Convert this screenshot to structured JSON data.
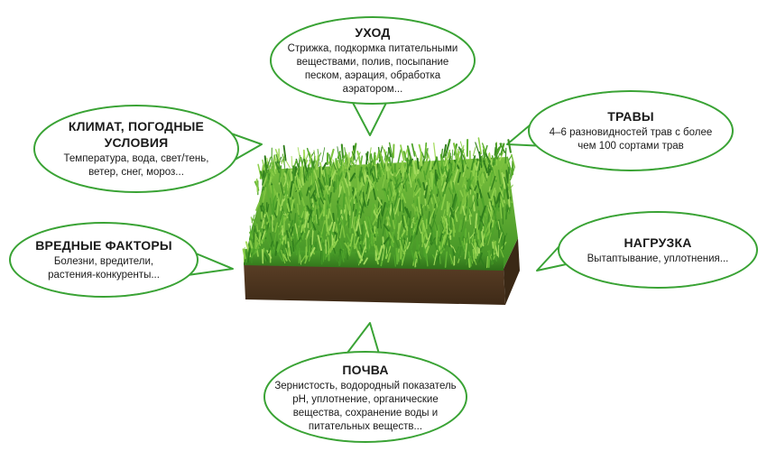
{
  "colors": {
    "bubble_stroke": "#3aa335",
    "bubble_fill": "#ffffff",
    "grass_dark": "#2f7d1c",
    "grass_mid": "#4da22a",
    "grass_light": "#8ccf4a",
    "soil_dark": "#4a3420",
    "soil_mid": "#6b4c31"
  },
  "center_image": {
    "icon": "turf-grass-square"
  },
  "bubbles": {
    "care": {
      "title": "УХОД",
      "text": "Стрижка, подкормка питательными\nвеществами, полив, посыпание\nпеском, аэрация, обработка\nаэратором..."
    },
    "climate": {
      "title": "КЛИМАТ, ПОГОДНЫЕ\nУСЛОВИЯ",
      "text": "Температура, вода, свет/тень,\nветер, снег, мороз..."
    },
    "grasses": {
      "title": "ТРАВЫ",
      "text": "4–6 разновидностей трав с более\nчем 100 сортами трав"
    },
    "harmful": {
      "title": "ВРЕДНЫЕ ФАКТОРЫ",
      "text": "Болезни, вредители,\nрастения-конкуренты..."
    },
    "load": {
      "title": "НАГРУЗКА",
      "text": "Вытаптывание, уплотнения..."
    },
    "soil": {
      "title": "ПОЧВА",
      "text": "Зернистость, водородный показатель\npH, уплотнение, органические\nвещества, сохранение воды и\nпитательных веществ..."
    }
  }
}
